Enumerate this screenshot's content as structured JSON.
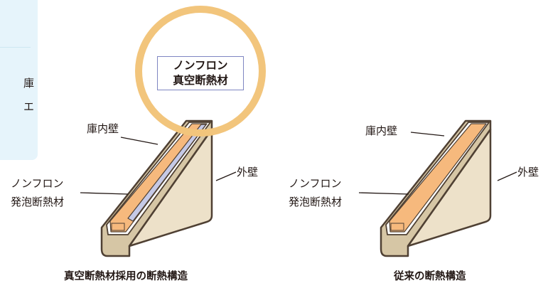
{
  "side_tab": {
    "char_1": "庫",
    "char_2": "エ"
  },
  "left_diagram": {
    "callout_line_1": "ノンフロン",
    "callout_line_2": "真空断熱材",
    "inner_wall": "庫内壁",
    "outer_wall": "外壁",
    "foam_line_1": "ノンフロン",
    "foam_line_2": "発泡断熱材",
    "caption": "真空断熱材採用の断熱構造"
  },
  "right_diagram": {
    "inner_wall": "庫内壁",
    "outer_wall": "外壁",
    "foam_line_1": "ノンフロン",
    "foam_line_2": "発泡断熱材",
    "caption": "従来の断熱構造"
  },
  "colors": {
    "panel_face": "#ede1c9",
    "panel_edge": "#5a4a3a",
    "foam": "#f6b97d",
    "vacuum_panel": "#c5c9e6",
    "highlight_ring": "#f2c57c",
    "side_tab": "#e6f4fb"
  }
}
